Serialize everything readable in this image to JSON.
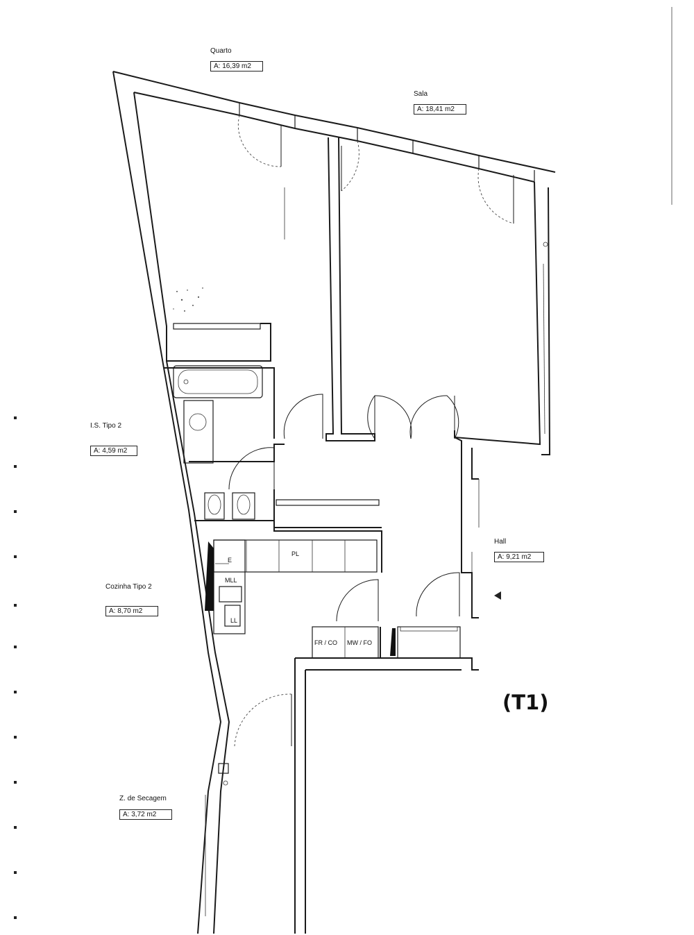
{
  "plan_id": "(T1)",
  "rooms": [
    {
      "name": "Quarto",
      "area": "A: 16,39 m2"
    },
    {
      "name": "Sala",
      "area": "A: 18,41 m2"
    },
    {
      "name": "I.S. Tipo 2",
      "area": "A: 4,59 m2"
    },
    {
      "name": "Cozinha Tipo 2",
      "area": "A: 8,70 m2"
    },
    {
      "name": "Hall",
      "area": "A: 9,21 m2"
    },
    {
      "name": "Z. de Secagem",
      "area": "A: 3,72 m2"
    }
  ],
  "fixtures": {
    "plate": "PL",
    "e": "E",
    "mll": "MLL",
    "ll": "LL",
    "fridge": "FR / CO",
    "microwave": "MW / FO"
  }
}
